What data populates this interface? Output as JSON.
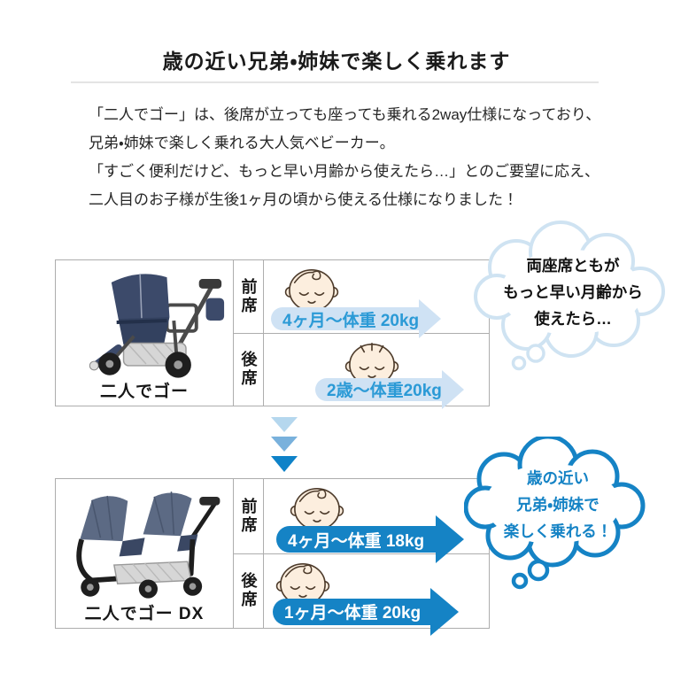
{
  "colors": {
    "accent": "#1583c5",
    "arrow_light": "#cfe2f4",
    "arrow_text": "#2b9ad6",
    "bubble_light": "#cfe3f2",
    "chev1": "#b5d7ee",
    "chev2": "#79b1dc",
    "chev3": "#0e82c8",
    "border": "#adadad",
    "baby_skin": "#fceede",
    "baby_line": "#4d3b2b"
  },
  "icons": {
    "baby_infant": "baby-face-infant-icon",
    "baby_toddler": "baby-face-toddler-icon",
    "right_arrow": "right-arrow",
    "down_chevrons": "triple-down-chevron",
    "thought_bubble": "thought-bubble"
  },
  "header": {
    "title": "歳の近い兄弟・姉妹で楽しく乗れます"
  },
  "intro": {
    "lines": [
      "「二人でゴー」は、後席が立っても座っても乗れる2way仕様になっており、",
      "兄弟・姉妹で楽しく乗れる大人気ベビーカー。",
      "「すごく便利だけど、もっと早い月齢から使えたら…」とのご要望に応え、",
      "二人目のお子様が生後1ヶ月の頃から使える仕様になりました！"
    ]
  },
  "model_current": {
    "name": "二人でゴー",
    "front_seat": {
      "label": "前席",
      "range": "4ヶ月〜体重 20kg"
    },
    "rear_seat": {
      "label": "後席",
      "range": "2歳〜体重20kg"
    }
  },
  "model_new": {
    "name": "二人でゴー DX",
    "front_seat": {
      "label": "前席",
      "range": "4ヶ月〜体重 18kg"
    },
    "rear_seat": {
      "label": "後席",
      "range": "1ヶ月〜体重 20kg"
    }
  },
  "thought_top": {
    "lines": [
      "両座席ともが",
      "もっと早い月齢から",
      "使えたら…"
    ]
  },
  "thought_bottom": {
    "lines": [
      "歳の近い",
      "兄弟・姉妹で",
      "楽しく乗れる！"
    ]
  }
}
